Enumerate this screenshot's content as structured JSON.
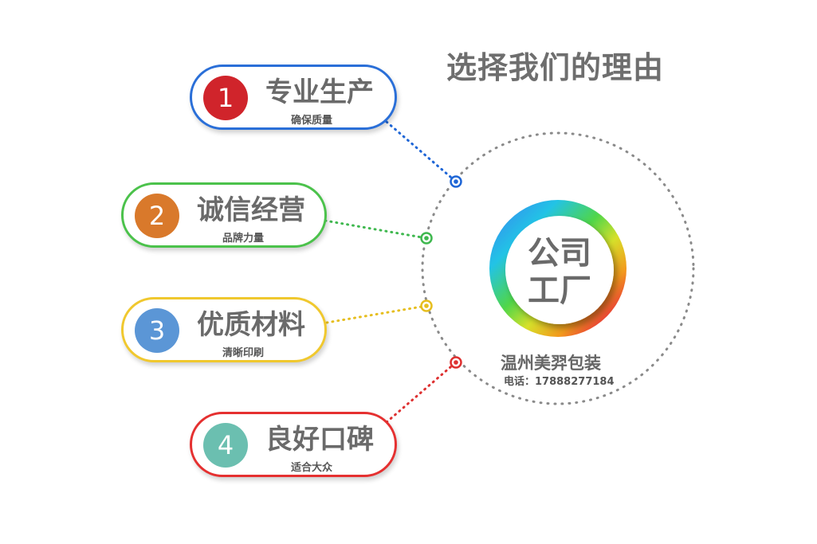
{
  "title": "选择我们的理由",
  "items": [
    {
      "number": "1",
      "heading": "专业生产",
      "subtitle": "确保质量",
      "color": "#d0242b",
      "border": "#2a6fd8",
      "dot": "#1f66d6"
    },
    {
      "number": "2",
      "heading": "诚信经营",
      "subtitle": "品牌力量",
      "color": "#d9792b",
      "border": "#4bc24b",
      "dot": "#3fb84f"
    },
    {
      "number": "3",
      "heading": "优质材料",
      "subtitle": "清晰印刷",
      "color": "#5b96d6",
      "border": "#f0c82e",
      "dot": "#e6be1f"
    },
    {
      "number": "4",
      "heading": "良好口碑",
      "subtitle": "适合大众",
      "color": "#6bbfb0",
      "border": "#e53030",
      "dot": "#de3131"
    }
  ],
  "center": {
    "line1": "公司",
    "line2": "工厂",
    "company": "温州美羿包装",
    "phone": "电话：17888277184"
  }
}
